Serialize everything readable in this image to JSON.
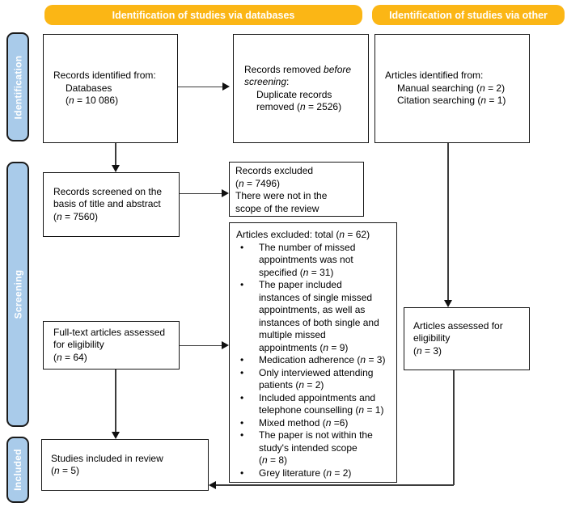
{
  "colors": {
    "banner_gold": "#FBB615",
    "stage_blue": "#A9CBEA",
    "box_border": "#161616",
    "arrow_line": "#3C3C3C",
    "arrow_head": "#101010",
    "banner_text": "#FFFFFF",
    "stage_text": "#FFFFFF"
  },
  "bullet_glyph": "•",
  "banners": {
    "databases": "Identification of studies via databases",
    "other": "Identification of studies via other"
  },
  "stages": {
    "identification": "Identification",
    "screening": "Screening",
    "included": "Included"
  },
  "boxes": {
    "records_identified": {
      "lines": [
        {
          "t": "Records identified from:",
          "ind": 0
        },
        {
          "t": "Databases",
          "ind": 1
        },
        {
          "t": "(*n* = 10 086)",
          "ind": 1
        }
      ]
    },
    "records_removed": {
      "lines": [
        {
          "t": "Records removed *before*",
          "ind": 0
        },
        {
          "t": "*screening*:",
          "ind": 0
        },
        {
          "t": "Duplicate records",
          "ind": 1
        },
        {
          "t": "removed (*n* = 2526)",
          "ind": 1
        }
      ]
    },
    "articles_identified": {
      "lines": [
        {
          "t": "Articles identified from:",
          "ind": 0
        },
        {
          "t": "Manual searching (*n* = 2)",
          "ind": 1
        },
        {
          "t": "Citation searching (*n* = 1)",
          "ind": 1
        }
      ]
    },
    "records_screened": {
      "lines": [
        {
          "t": "Records screened on the",
          "ind": 0
        },
        {
          "t": "basis of title and abstract",
          "ind": 0
        },
        {
          "t": "(*n* = 7560)",
          "ind": 0
        }
      ]
    },
    "records_excluded": {
      "lines": [
        {
          "t": "Records excluded",
          "ind": 0
        },
        {
          "t": "(*n* = 7496)",
          "ind": 0
        },
        {
          "t": "There were not in the",
          "ind": 0
        },
        {
          "t": "scope of the review",
          "ind": 0
        }
      ]
    },
    "articles_excluded": {
      "header": [
        {
          "t": "Articles excluded: total (*n* = 62)",
          "ind": 0
        }
      ],
      "bullets": [
        {
          "lines": [
            "The number of missed",
            "appointments was not",
            "specified (*n* = 31)"
          ]
        },
        {
          "lines": [
            "The paper included",
            "instances of single missed",
            "appointments, as well as",
            "instances of both single and",
            "multiple missed",
            "appointments (*n* = 9)"
          ]
        },
        {
          "lines": [
            "Medication adherence (*n* = 3)"
          ]
        },
        {
          "lines": [
            "Only interviewed attending",
            "patients (*n* = 2)"
          ]
        },
        {
          "lines": [
            "Included appointments and",
            "telephone counselling (*n* = 1)"
          ]
        },
        {
          "lines": [
            "Mixed method (*n* =6)"
          ]
        },
        {
          "lines": [
            "The paper is not within the",
            "study's intended scope",
            "(*n* = 8)"
          ]
        },
        {
          "lines": [
            "Grey literature (*n* = 2)"
          ]
        }
      ]
    },
    "fulltext_assessed": {
      "lines": [
        {
          "t": "Full-text articles assessed",
          "ind": 0
        },
        {
          "t": "for eligibility",
          "ind": 0
        },
        {
          "t": "(*n* = 64)",
          "ind": 0
        }
      ]
    },
    "articles_assessed": {
      "lines": [
        {
          "t": "Articles assessed for",
          "ind": 0
        },
        {
          "t": "eligibility",
          "ind": 0
        },
        {
          "t": "(*n* = 3)",
          "ind": 0
        }
      ]
    },
    "studies_included": {
      "lines": [
        {
          "t": "Studies included in review",
          "ind": 0
        },
        {
          "t": "(*n* = 5)",
          "ind": 0
        }
      ]
    }
  }
}
